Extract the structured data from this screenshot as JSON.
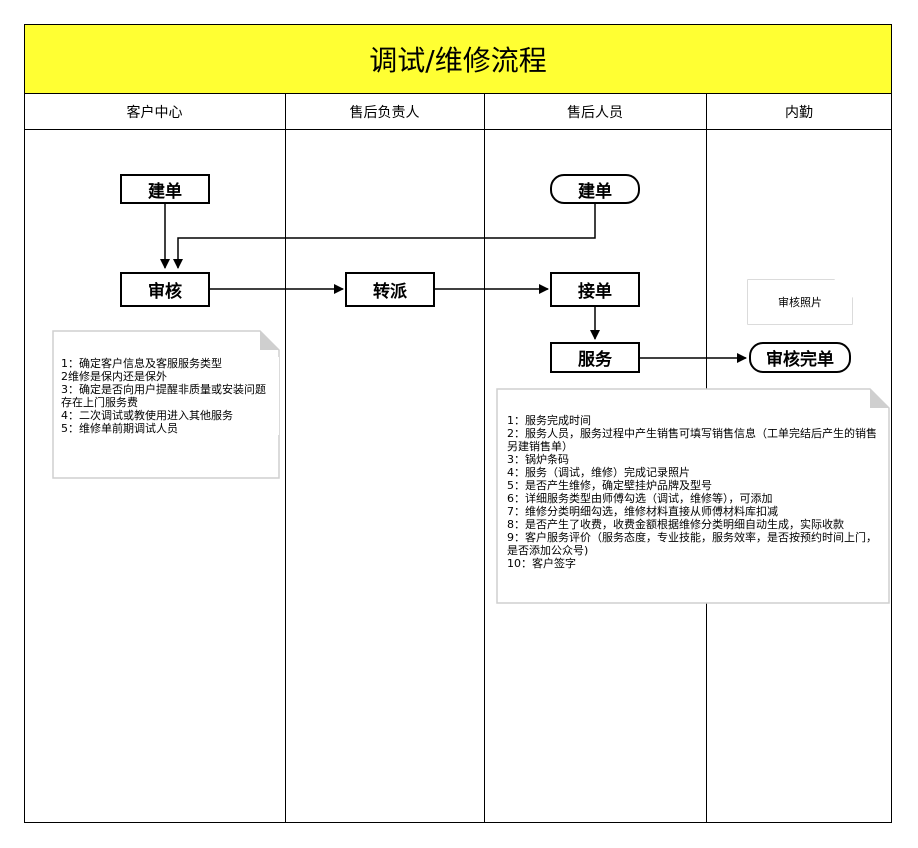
{
  "title": "调试/维修流程",
  "lanes": [
    "客户中心",
    "售后负责人",
    "售后人员",
    "内勤"
  ],
  "nodes": {
    "create_order_customer": "建单",
    "review": "审核",
    "transfer": "转派",
    "create_order_staff": "建单",
    "accept": "接单",
    "service": "服务",
    "review_done": "审核完单"
  },
  "notes": {
    "photo_review": "审核照片",
    "customer_note": "1：确定客户信息及客服服务类型\n2维修是保内还是保外\n3：确定是否向用户提醒非质量或安装问题存在上门服务费\n4：二次调试或教使用进入其他服务\n5：维修单前期调试人员",
    "service_note": "1：服务完成时间\n2：服务人员，服务过程中产生销售可填写销售信息（工单完结后产生的销售另建销售单）\n3：锅炉条码\n4：服务（调试，维修）完成记录照片\n5：是否产生维修，确定壁挂炉品牌及型号\n6：详细服务类型由师傅勾选（调试，维修等），可添加\n7：维修分类明细勾选，维修材料直接从师傅材料库扣减\n8：是否产生了收费，收费金额根据维修分类明细自动生成，实际收款\n9：客户服务评价（服务态度，专业技能，服务效率，是否按预约时间上门，是否添加公众号)\n10：客户签字"
  }
}
